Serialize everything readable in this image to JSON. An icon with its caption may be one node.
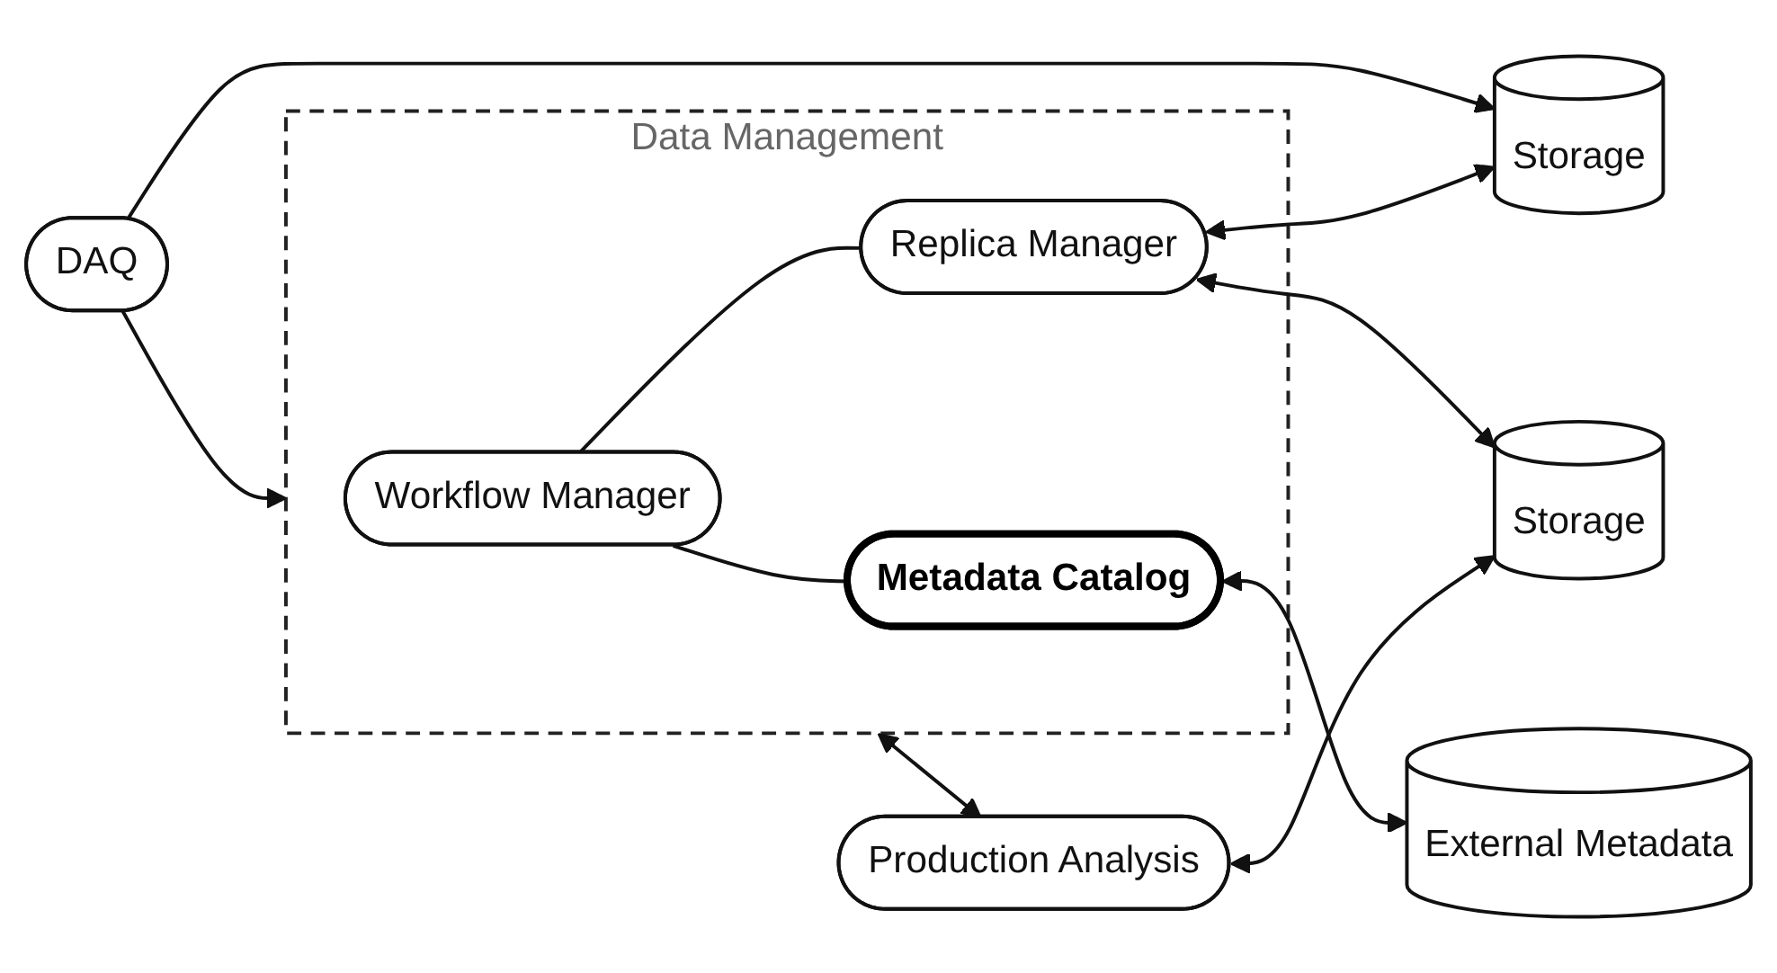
{
  "diagram": {
    "nodes": [
      {
        "text": [
          "Data Management"
        ]
      },
      {
        "text": [
          "DAQ"
        ]
      },
      {
        "text": [
          "Workflow Manager"
        ],
        "in": 0
      },
      {
        "text": [
          "Replica Manager"
        ],
        "in": 0
      },
      {
        "text": [
          "Metadata Catalog"
        ],
        "in": 0
      },
      {
        "text": [
          "Production Analysis"
        ]
      },
      {
        "text": [
          "Storage"
        ]
      },
      {
        "text": [
          "External Metadata"
        ]
      },
      {
        "text": [
          "Storage"
        ]
      }
    ],
    "edges": [
      {
        "from": 1,
        "to": 0,
        "arrow": "to"
      },
      {
        "from": 0,
        "to": 5,
        "arrow": "both"
      },
      {
        "from": 2,
        "to": 3,
        "arrow": "none"
      },
      {
        "from": 2,
        "to": 4,
        "arrow": "none"
      },
      {
        "from": 1,
        "to": 6,
        "arrow": "to"
      },
      {
        "from": 3,
        "to": 6,
        "arrow": "both"
      },
      {
        "from": 3,
        "to": 8,
        "arrow": "both"
      },
      {
        "from": 4,
        "to": 7,
        "arrow": "both"
      },
      {
        "from": 5,
        "to": 8,
        "arrow": "both"
      }
    ]
  }
}
